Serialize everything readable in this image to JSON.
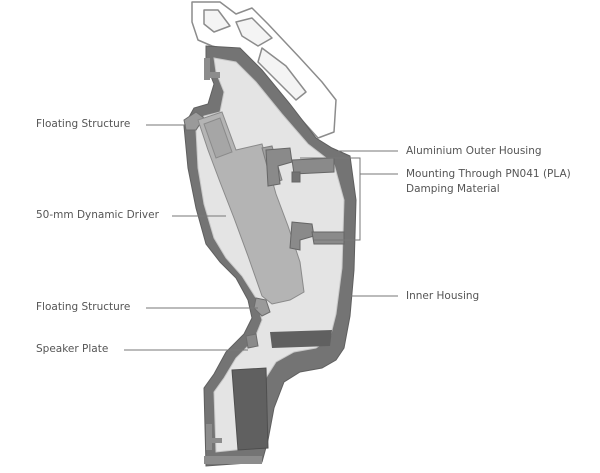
{
  "labels": {
    "floating_structure_top": "Floating Structure",
    "driver": "50-mm Dynamic Driver",
    "floating_structure_bottom": "Floating Structure",
    "speaker_plate": "Speaker Plate",
    "outer_housing": "Aluminium Outer Housing",
    "mounting_line1": "Mounting Through PN041 (PLA)",
    "mounting_line2": "Damping Material",
    "inner_housing": "Inner Housing"
  },
  "colors": {
    "background": "#ffffff",
    "leader": "#777777",
    "text": "#555555",
    "outer_shell": "#747474",
    "inner_fill": "#e4e4e4",
    "driver": "#b4b4b4",
    "dark_part": "#606060",
    "bracket": "#8a8a8a"
  }
}
